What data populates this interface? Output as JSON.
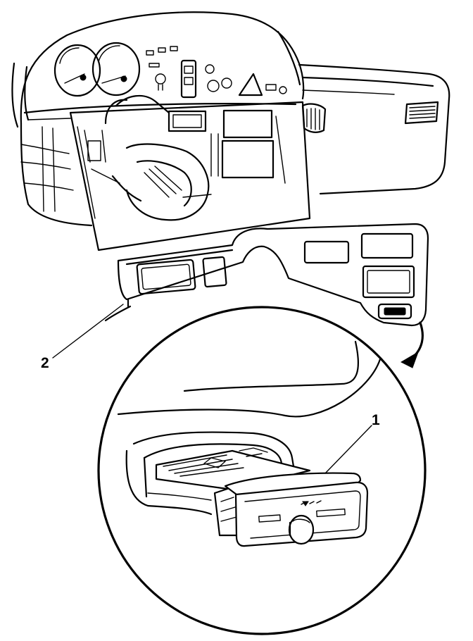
{
  "callouts": [
    {
      "id": "1",
      "label": "1",
      "part": "switch-assembly"
    },
    {
      "id": "2",
      "label": "2",
      "part": "trim-bezel"
    }
  ],
  "icons": {
    "removal_arrow": "curved-arrow-icon"
  },
  "colors": {
    "ink": "#000000",
    "paper": "#ffffff"
  }
}
